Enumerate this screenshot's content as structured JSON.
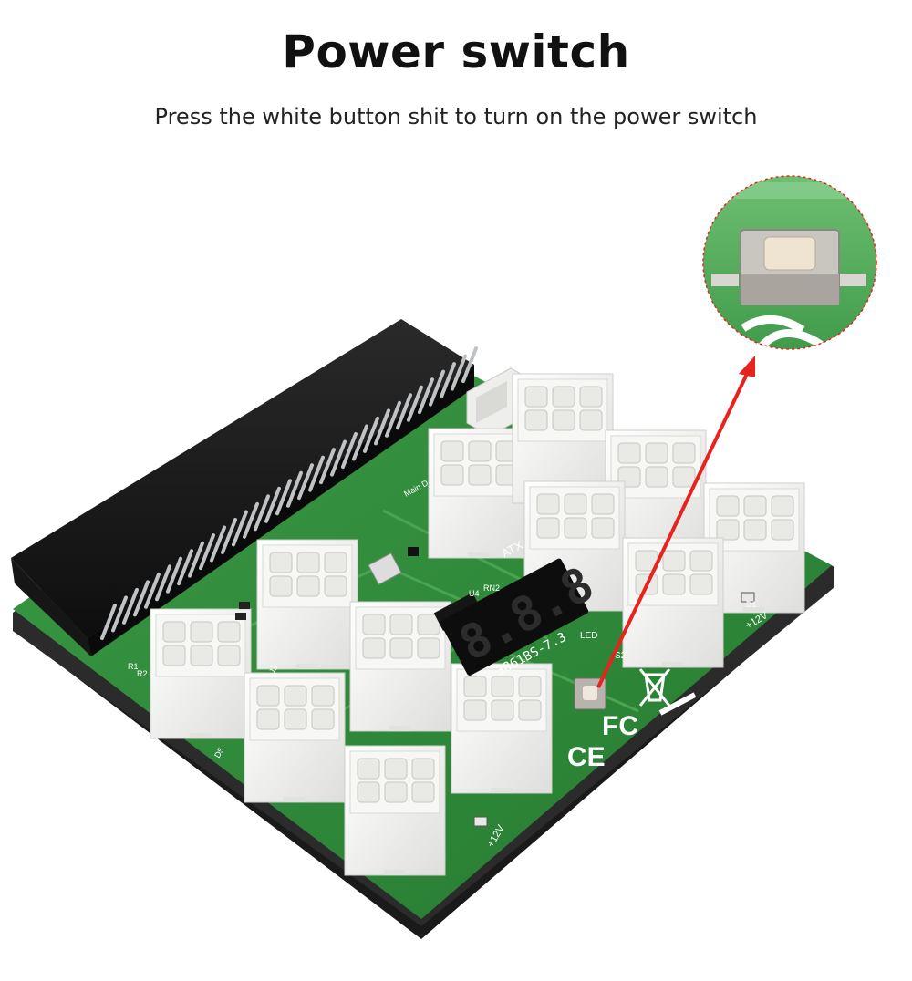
{
  "header": {
    "title": "Power switch",
    "subtitle": "Press the white button shit to turn on the power switch"
  },
  "board": {
    "display_digits": "8.8.8",
    "display_label": "3861BS-7.3",
    "label_led": "LED",
    "label_s2": "S2",
    "label_12v_right": "+12V",
    "label_12v_bottom": "+12V",
    "label_atx": "ATX",
    "label_main": "Main D",
    "label_d1": "D1",
    "label_d5": "D5",
    "label_r1": "R1",
    "label_r2": "R2",
    "label_j3": "J3",
    "label_u4": "U4",
    "label_rn2": "RN2",
    "label_ce": "CE",
    "label_fc": "FC"
  },
  "colors": {
    "pcb": "#2f8a3a",
    "pcb_dark": "#1f6b2b",
    "connector": "#f4f4f2",
    "arrow": "#e8231e",
    "slot": "#1a1a1a"
  }
}
